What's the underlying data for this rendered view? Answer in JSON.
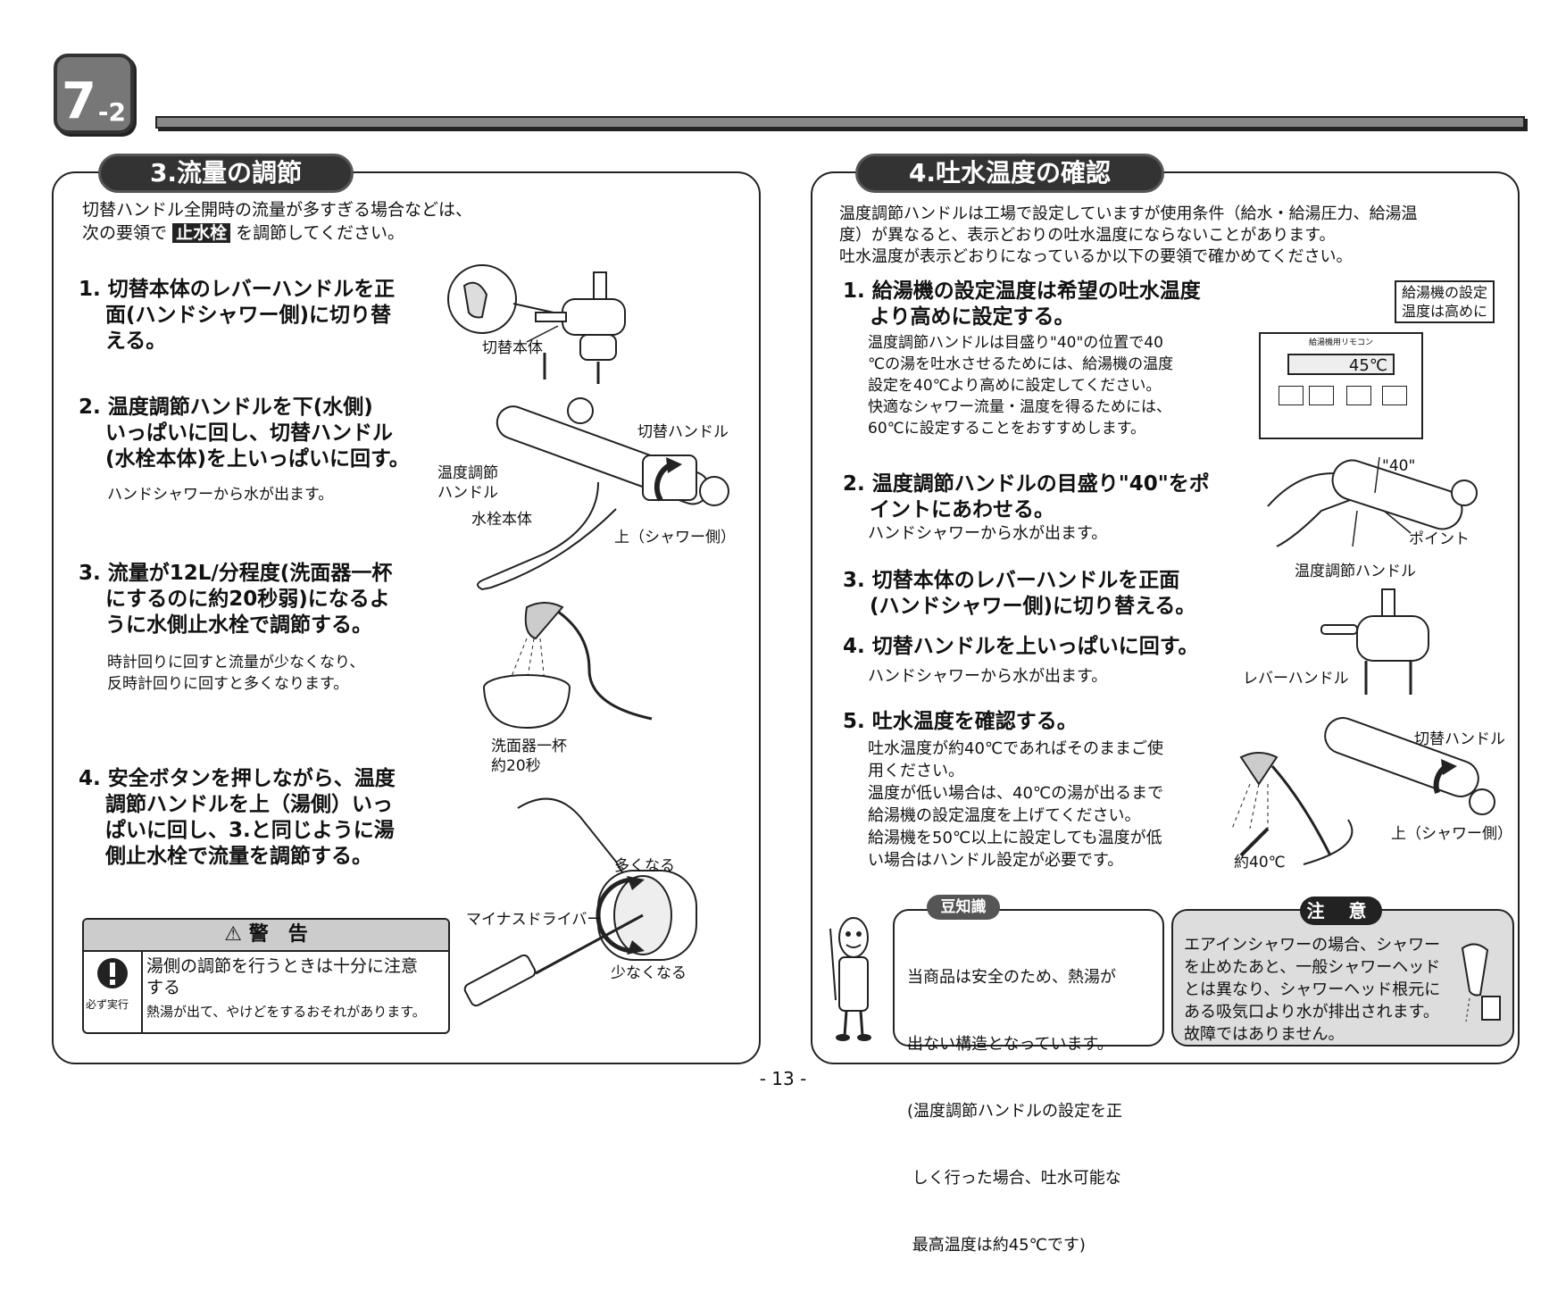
{
  "header": {
    "section_number": "7",
    "section_sub": "-2"
  },
  "left": {
    "title": "3.流量の調節",
    "intro_1": "切替ハンドル全開時の流量が多すぎる場合などは、",
    "intro_2a": "次の要領で",
    "intro_2_highlight": "止水栓",
    "intro_2b": "を調節してください。",
    "step1": [
      "1. 切替本体のレバーハンドルを正",
      "面(ハンドシャワー側)に切り替",
      "える。"
    ],
    "fig1_label": "切替本体",
    "step2": [
      "2. 温度調節ハンドルを下(水側)",
      "いっぱいに回し、切替ハンドル",
      "(水栓本体)を上いっぱいに回す。"
    ],
    "step2_note": "ハンドシャワーから水が出ます。",
    "fig2_labels": {
      "switch_handle": "切替ハンドル",
      "temp_handle_1": "温度調節",
      "temp_handle_2": "ハンドル",
      "body": "水栓本体",
      "up": "上（シャワー側）"
    },
    "step3": [
      "3. 流量が12L/分程度(洗面器一杯",
      "にするのに約20秒弱)になるよ",
      "うに水側止水栓で調節する。"
    ],
    "step3_note": [
      "時計回りに回すと流量が少なくなり、",
      "反時計回りに回すと多くなります。"
    ],
    "fig3_labels": [
      "洗面器一杯",
      "約20秒"
    ],
    "step4": [
      "4. 安全ボタンを押しながら、温度",
      "調節ハンドルを上（湯側）いっ",
      "ぱいに回し、3.と同じように湯",
      "側止水栓で流量を調節する。"
    ],
    "fig4_labels": {
      "more": "多くなる",
      "driver": "マイナスドライバー",
      "less": "少なくなる"
    },
    "warning": {
      "title": "警　告",
      "icon_text": "必ず実行",
      "main": [
        "湯側の調節を行うときは十分に注意",
        "する"
      ],
      "sub": "熱湯が出て、やけどをするおそれがあります。"
    }
  },
  "right": {
    "title": "4.吐水温度の確認",
    "intro": [
      "温度調節ハンドルは工場で設定していますが使用条件（給水・給湯圧力、給湯温",
      "度）が異なると、表示どおりの吐水温度にならないことがあります。",
      "吐水温度が表示どおりになっているか以下の要領で確かめてください。"
    ],
    "step1": [
      "1. 給湯機の設定温度は希望の吐水温度",
      "より高めに設定する。"
    ],
    "step1_note": [
      "温度調節ハンドルは目盛り\"40\"の位置で40",
      "℃の湯を吐水させるためには、給湯機の温度",
      "設定を40℃より高めに設定してください。",
      "快適なシャワー流量・温度を得るためには、",
      "60℃に設定することをおすすめします。"
    ],
    "remote_callout": [
      "給湯機の設定",
      "温度は高めに"
    ],
    "remote_title": "給湯機用リモコン",
    "remote_temp": "45℃",
    "step2": [
      "2. 温度調節ハンドルの目盛り\"40\"をポ",
      "イントにあわせる。"
    ],
    "step2_note": "ハンドシャワーから水が出ます。",
    "fig_step2_labels": {
      "mark": "\"40\"",
      "point": "ポイント",
      "handle": "温度調節ハンドル"
    },
    "step3": [
      "3. 切替本体のレバーハンドルを正面",
      "(ハンドシャワー側)に切り替える。"
    ],
    "fig_step3_label": "レバーハンドル",
    "step4": "4. 切替ハンドルを上いっぱいに回す。",
    "step4_note": "ハンドシャワーから水が出ます。",
    "step5": "5. 吐水温度を確認する。",
    "step5_note": [
      "吐水温度が約40℃であればそのままご使",
      "用ください。",
      "温度が低い場合は、40℃の湯が出るまで",
      "給湯機の設定温度を上げてください。",
      "給湯機を50℃以上に設定しても温度が低",
      "い場合はハンドル設定が必要です。"
    ],
    "fig_step5_labels": {
      "switch_handle": "切替ハンドル",
      "up": "上（シャワー側）",
      "temp": "約40℃"
    },
    "tip": {
      "tag": "豆知識",
      "lines": [
        "当商品は安全のため、熱湯が",
        "出ない構造となっています。",
        "(温度調節ハンドルの設定を正",
        " しく行った場合、吐水可能な",
        " 最高温度は約45℃です)"
      ]
    },
    "caution": {
      "tag": "注 意",
      "lines": [
        "エアインシャワーの場合、シャワー",
        "を止めたあと、一般シャワーヘッド",
        "とは異なり、シャワーヘッド根元に",
        "ある吸気口より水が排出されます。",
        "故障ではありません。"
      ]
    }
  },
  "footer": {
    "page": "- 13 -"
  }
}
